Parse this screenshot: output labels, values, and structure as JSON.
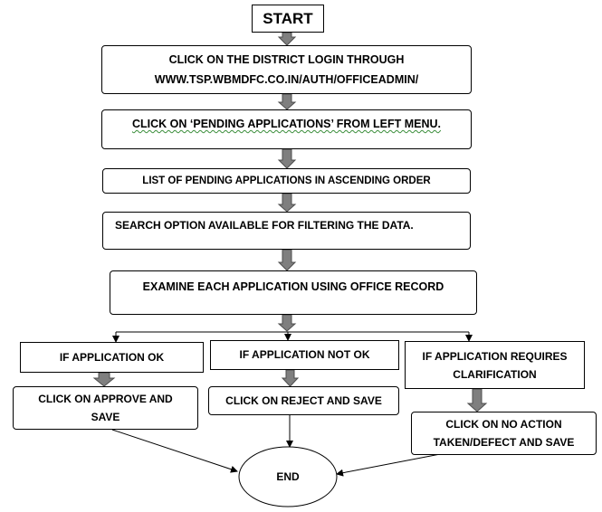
{
  "flowchart": {
    "start": "START",
    "steps": [
      {
        "line1": "CLICK ON THE DISTRICT LOGIN THROUGH",
        "line2": "WWW.TSP.WBMDFC.CO.IN/AUTH/OFFICEADMIN/"
      },
      {
        "text": "CLICK ON ‘PENDING APPLICATIONS’ FROM LEFT MENU."
      },
      {
        "text": "LIST OF PENDING APPLICATIONS IN ASCENDING ORDER"
      },
      {
        "text": "SEARCH OPTION AVAILABLE FOR FILTERING THE DATA."
      },
      {
        "text": "EXAMINE EACH APPLICATION USING OFFICE RECORD"
      }
    ],
    "branches": [
      {
        "condition": "IF APPLICATION OK",
        "action_line1": "CLICK ON APPROVE AND",
        "action_line2": "SAVE"
      },
      {
        "condition": "IF APPLICATION NOT OK",
        "action": "CLICK ON REJECT AND SAVE"
      },
      {
        "condition_line1": "IF APPLICATION REQUIRES",
        "condition_line2": "CLARIFICATION",
        "action_line1": "CLICK ON  NO ACTION",
        "action_line2": "TAKEN/DEFECT AND SAVE"
      }
    ],
    "end": "END"
  },
  "colors": {
    "arrow_fill": "#7f7f7f",
    "arrow_stroke": "#4d4d4d",
    "border": "#000000",
    "spellcheck_underline": "#3a8d3a"
  }
}
